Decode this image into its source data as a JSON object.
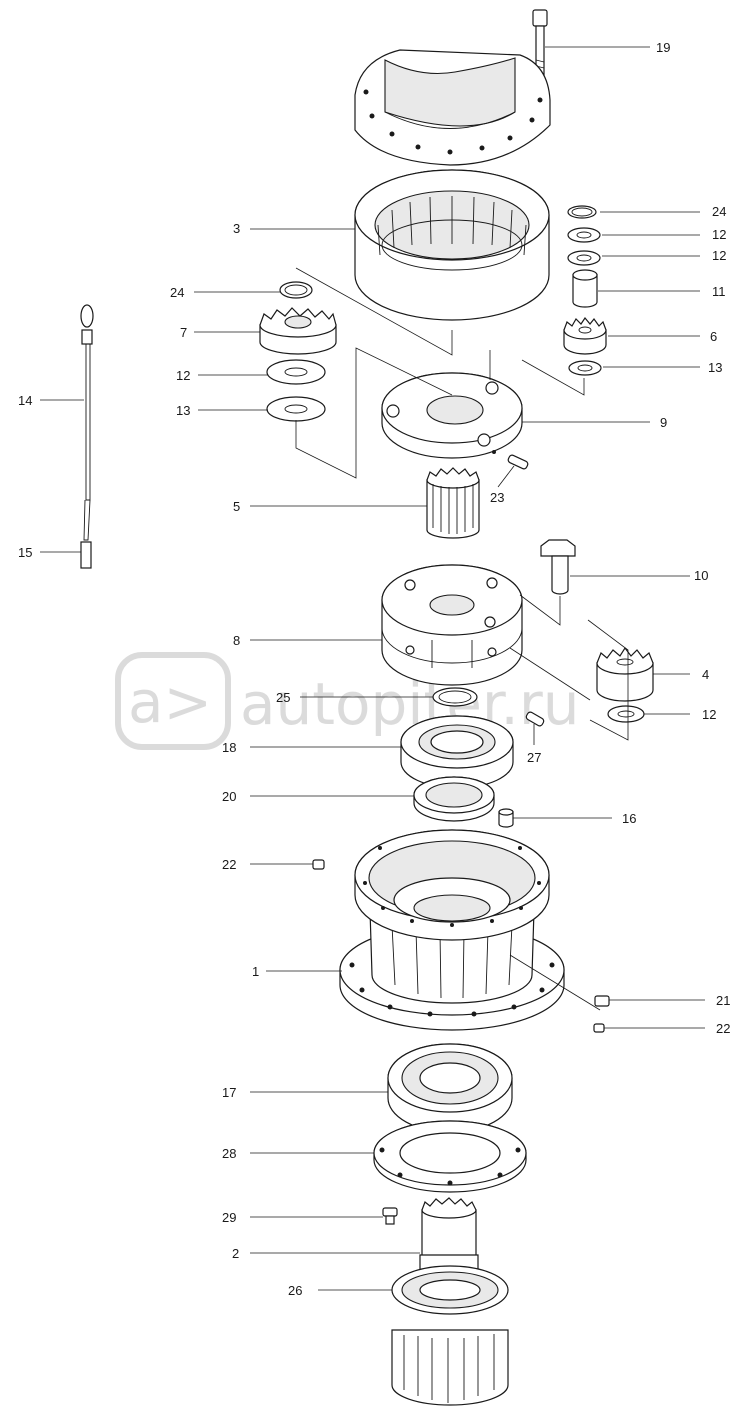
{
  "watermark": {
    "brand": "autopiter.ru",
    "logo_glyph": "a>"
  },
  "callouts": [
    {
      "id": "c19",
      "label": "19"
    },
    {
      "id": "c3",
      "label": "3"
    },
    {
      "id": "c24a",
      "label": "24"
    },
    {
      "id": "c12a",
      "label": "12"
    },
    {
      "id": "c12b",
      "label": "12"
    },
    {
      "id": "c11",
      "label": "11"
    },
    {
      "id": "c24b",
      "label": "24"
    },
    {
      "id": "c7",
      "label": "7"
    },
    {
      "id": "c6",
      "label": "6"
    },
    {
      "id": "c12c",
      "label": "12"
    },
    {
      "id": "c13a",
      "label": "13"
    },
    {
      "id": "c14",
      "label": "14"
    },
    {
      "id": "c13b",
      "label": "13"
    },
    {
      "id": "c9",
      "label": "9"
    },
    {
      "id": "c23",
      "label": "23"
    },
    {
      "id": "c5",
      "label": "5"
    },
    {
      "id": "c15",
      "label": "15"
    },
    {
      "id": "c10",
      "label": "10"
    },
    {
      "id": "c8",
      "label": "8"
    },
    {
      "id": "c4",
      "label": "4"
    },
    {
      "id": "c25",
      "label": "25"
    },
    {
      "id": "c12d",
      "label": "12"
    },
    {
      "id": "c18",
      "label": "18"
    },
    {
      "id": "c27",
      "label": "27"
    },
    {
      "id": "c20",
      "label": "20"
    },
    {
      "id": "c16",
      "label": "16"
    },
    {
      "id": "c22a",
      "label": "22"
    },
    {
      "id": "c1",
      "label": "1"
    },
    {
      "id": "c21",
      "label": "21"
    },
    {
      "id": "c22b",
      "label": "22"
    },
    {
      "id": "c17",
      "label": "17"
    },
    {
      "id": "c28",
      "label": "28"
    },
    {
      "id": "c29",
      "label": "29"
    },
    {
      "id": "c2",
      "label": "2"
    },
    {
      "id": "c26",
      "label": "26"
    }
  ]
}
